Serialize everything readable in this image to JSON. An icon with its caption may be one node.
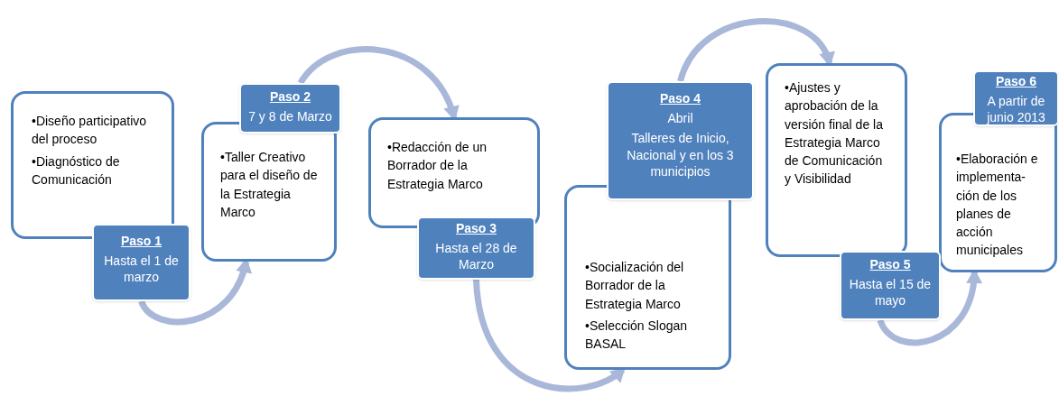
{
  "diagram": {
    "nodes": [
      {
        "text": [
          "•Diseño participativo del proceso",
          "•Diagnóstico de Comunicación"
        ]
      },
      {
        "text": [
          "Paso 1",
          "Hasta el 1 de marzo"
        ]
      },
      {
        "text": [
          "•Taller Creativo para el diseño de la Estrategia Marco"
        ]
      },
      {
        "text": [
          "Paso 2",
          "7 y 8 de Marzo"
        ]
      },
      {
        "text": [
          "•Redacción de un Borrador de la Estrategia Marco"
        ]
      },
      {
        "text": [
          "Paso 3",
          "Hasta el 28 de Marzo"
        ]
      },
      {
        "text": [
          "•Socialización del Borrador de la Estrategia Marco",
          "•Selección Slogan BASAL"
        ]
      },
      {
        "text": [
          "Paso 4",
          "Abril",
          "Talleres de Inicio, Nacional y en los 3 municipios"
        ]
      },
      {
        "text": [
          "•Ajustes y aprobación de la versión final de la Estrategia Marco de Comunicación y Visibilidad"
        ]
      },
      {
        "text": [
          "Paso 5",
          "Hasta el 15 de mayo"
        ]
      },
      {
        "text": [
          "•Elaboración e implementa- ción de los planes de acción municipales"
        ]
      },
      {
        "text": [
          "Paso 6",
          "A partir de junio 2013"
        ]
      }
    ],
    "edges": [
      {
        "from": 1,
        "to": 2,
        "arrow": "to"
      },
      {
        "from": 3,
        "to": 4,
        "arrow": "to"
      },
      {
        "from": 5,
        "to": 6,
        "arrow": "to"
      },
      {
        "from": 7,
        "to": 8,
        "arrow": "to"
      },
      {
        "from": 9,
        "to": 10,
        "arrow": "to"
      }
    ]
  }
}
